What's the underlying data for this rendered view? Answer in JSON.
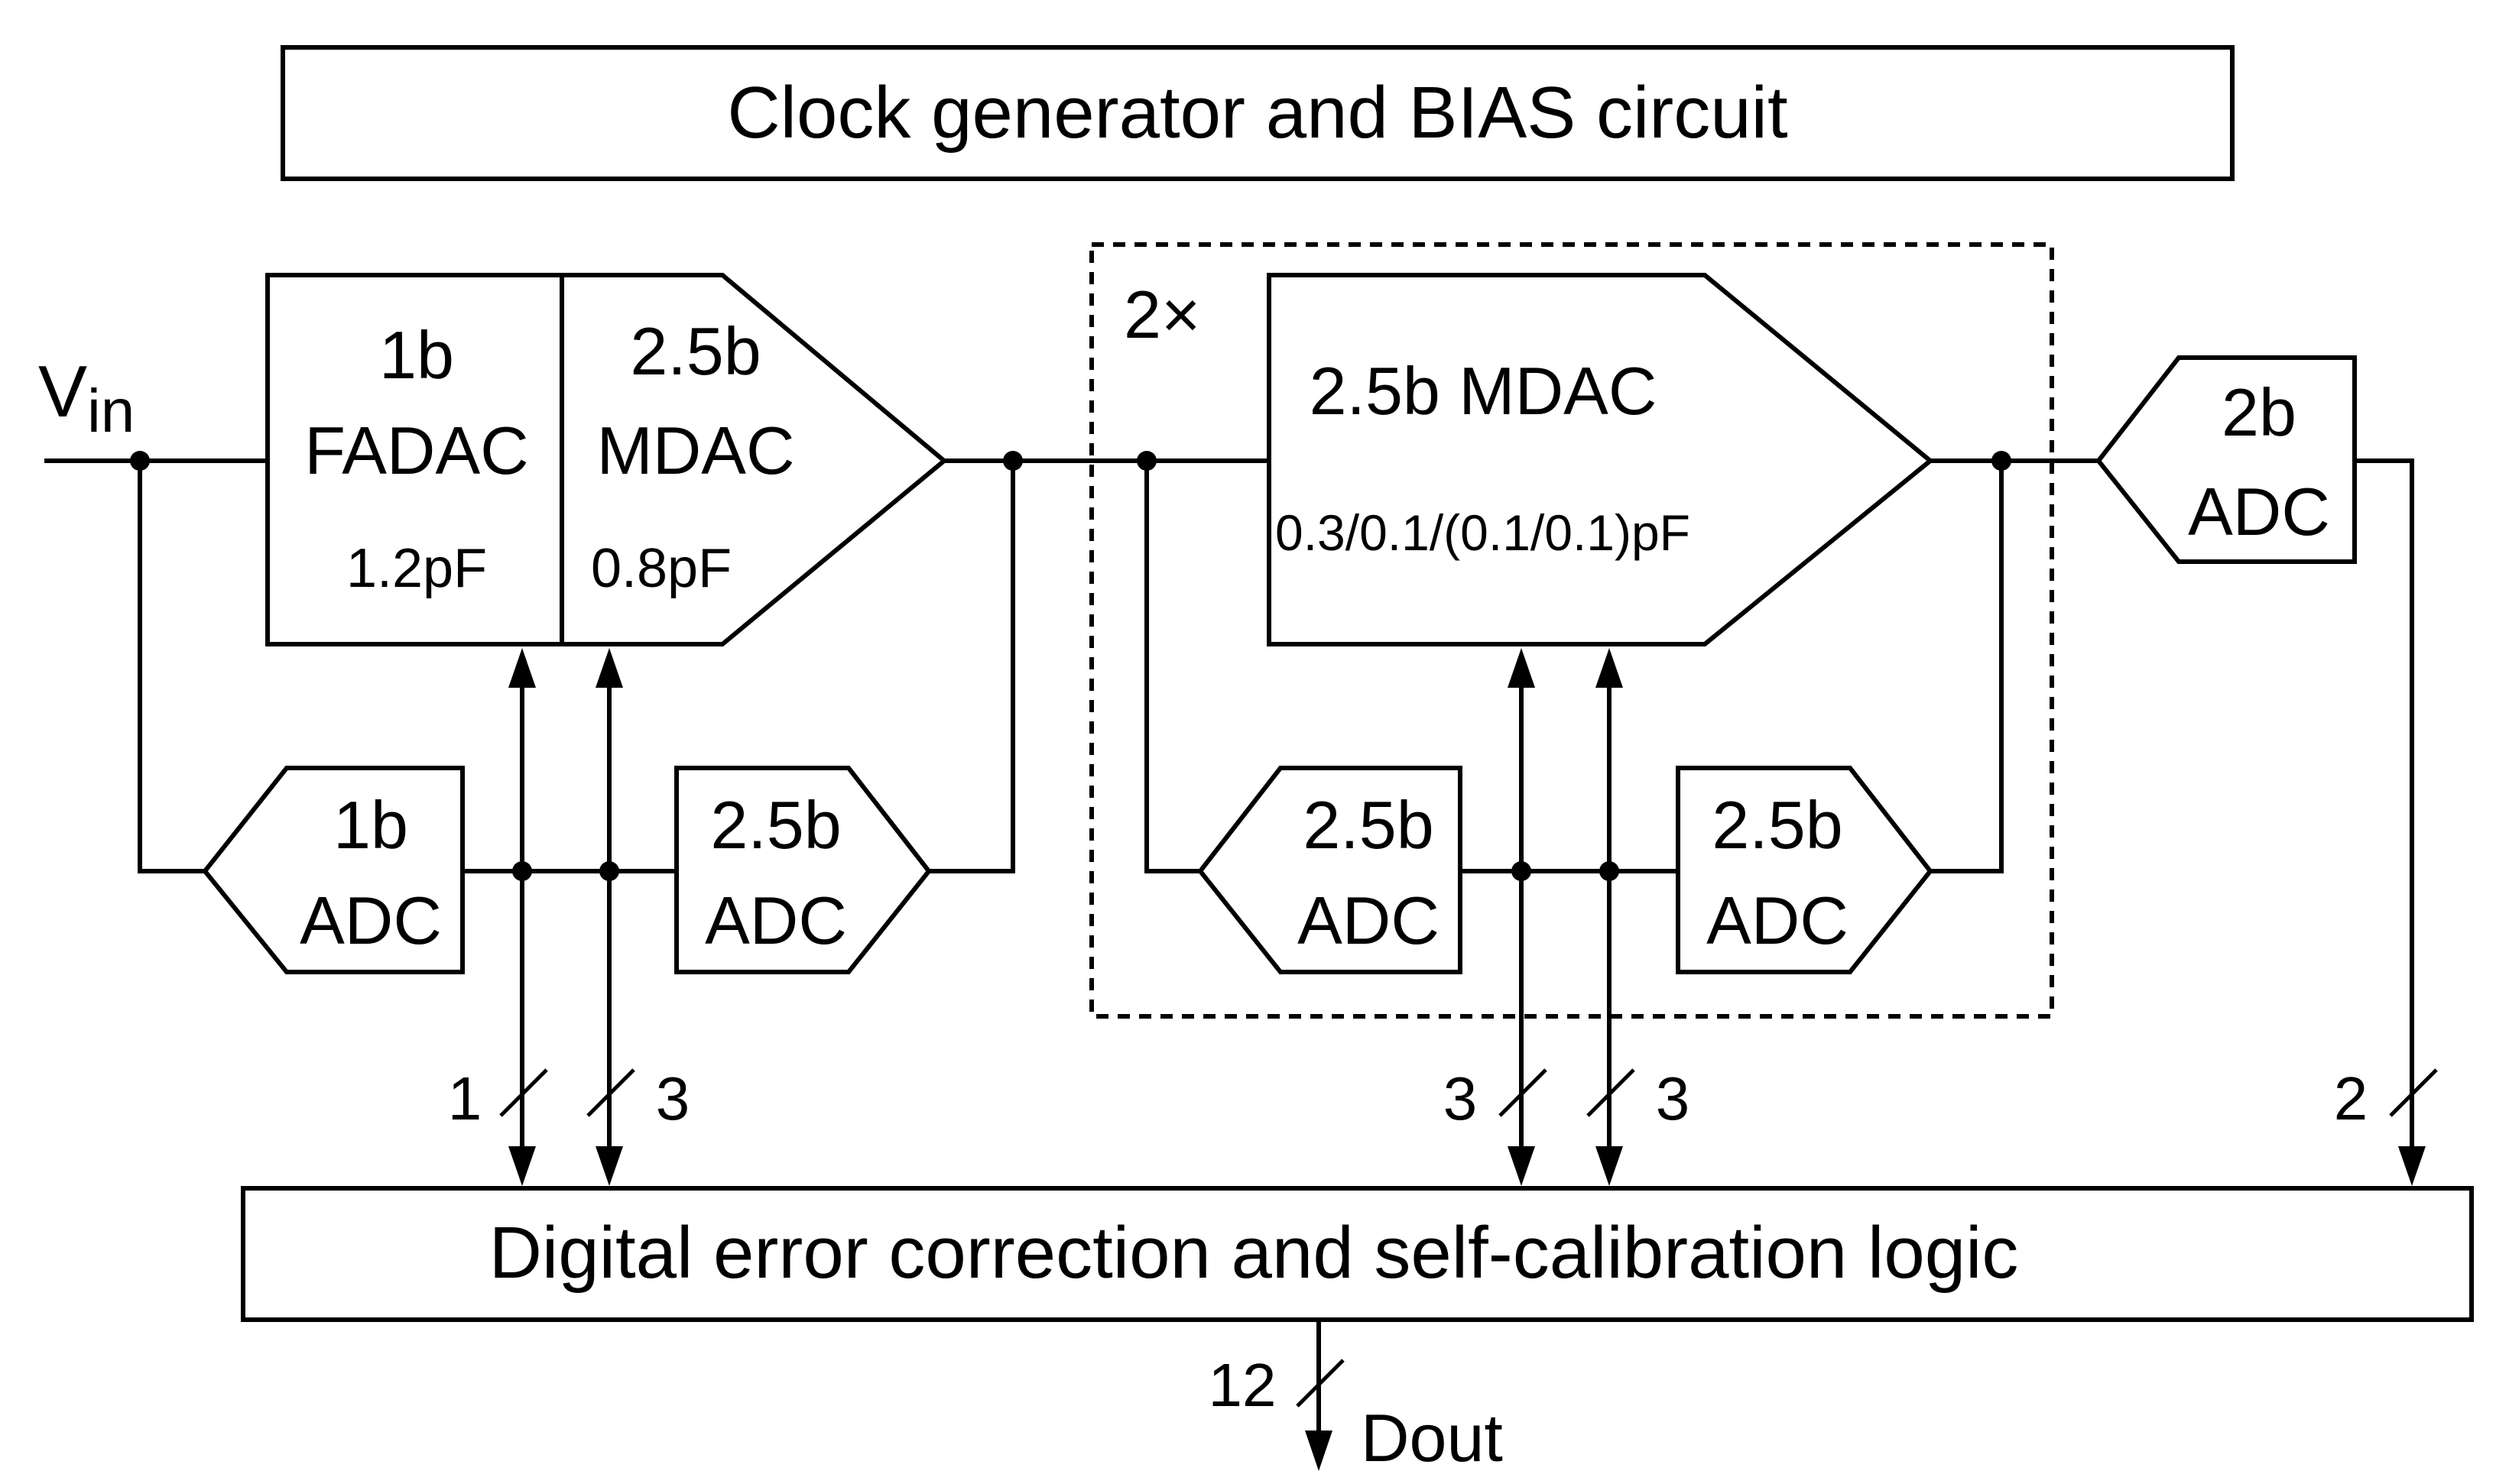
{
  "blocks": {
    "clock_gen": "Clock generator and BIAS circuit",
    "digital_logic": "Digital error correction and self-calibration logic",
    "stage1_fadac": {
      "bits": "1b",
      "name": "FADAC",
      "cap": "1.2pF"
    },
    "stage1_mdac": {
      "bits": "2.5b",
      "name": "MDAC",
      "cap": "0.8pF"
    },
    "stage_rep_mdac": {
      "title": "2.5b MDAC",
      "cap": "0.3/0.1/(0.1/0.1)pF"
    },
    "repeat_label": "2×",
    "adc_1b": {
      "bits": "1b",
      "name": "ADC"
    },
    "adc_25b_a": {
      "bits": "2.5b",
      "name": "ADC"
    },
    "adc_25b_b": {
      "bits": "2.5b",
      "name": "ADC"
    },
    "adc_25b_c": {
      "bits": "2.5b",
      "name": "ADC"
    },
    "adc_2b": {
      "bits": "2b",
      "name": "ADC"
    }
  },
  "signals": {
    "input_main": "V",
    "input_sub": "in",
    "output": "Dout"
  },
  "bus_widths": {
    "stage1_fadac": "1",
    "stage1_mdac": "3",
    "rep_a": "3",
    "rep_b": "3",
    "backend": "2",
    "output": "12"
  }
}
